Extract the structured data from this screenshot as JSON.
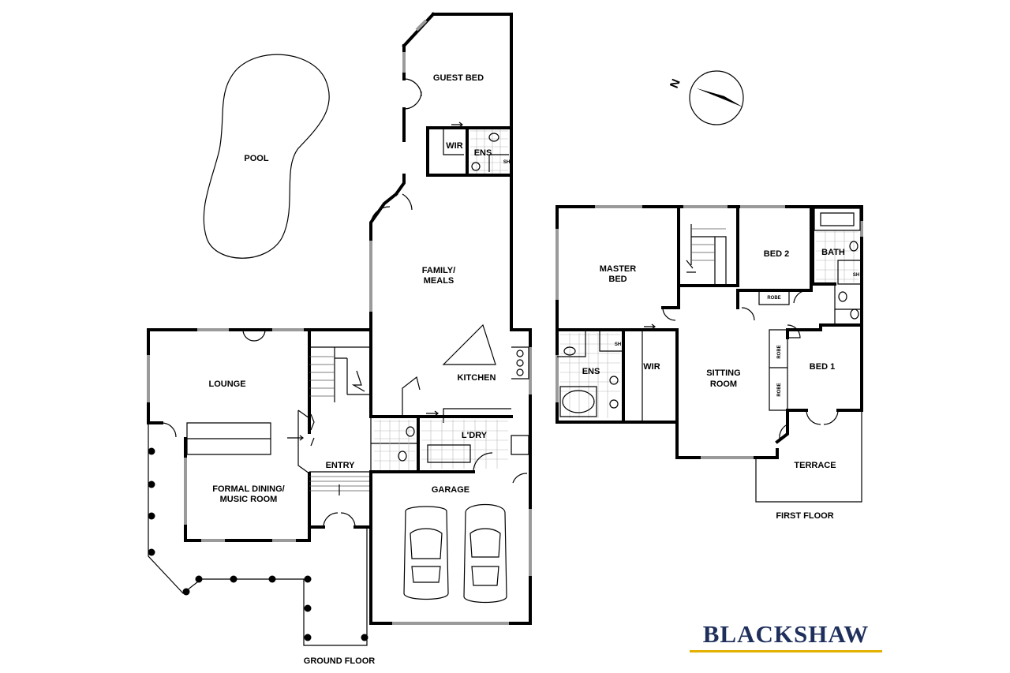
{
  "rooms": {
    "guest_bed": "GUEST BED",
    "wir_ground": "WIR",
    "ens_ground": "ENS",
    "sh_ground": "SH",
    "pool": "POOL",
    "family_l1": "FAMILY/",
    "family_l2": "MEALS",
    "lounge": "LOUNGE",
    "kitchen": "KITCHEN",
    "laundry": "L'DRY",
    "entry": "ENTRY",
    "dining_l1": "FORMAL DINING/",
    "dining_l2": "MUSIC ROOM",
    "garage": "GARAGE",
    "master_l1": "MASTER",
    "master_l2": "BED",
    "ens_first": "ENS",
    "sh_first_ens": "SH",
    "wir_first": "WIR",
    "sitting_l1": "SITTING",
    "sitting_l2": "ROOM",
    "bed2": "BED 2",
    "robe_bed2": "ROBE",
    "bath": "BATH",
    "sh_bath": "SH",
    "bed1": "BED 1",
    "robe_a": "ROBE",
    "robe_b": "ROBE",
    "terrace": "TERRACE"
  },
  "floors": {
    "ground": "GROUND FLOOR",
    "first": "FIRST FLOOR"
  },
  "compass": {
    "north_label": "N"
  },
  "brand": {
    "name": "BLACKSHAW",
    "text_color": "#1f2f5c",
    "accent_color": "#e2b100"
  }
}
